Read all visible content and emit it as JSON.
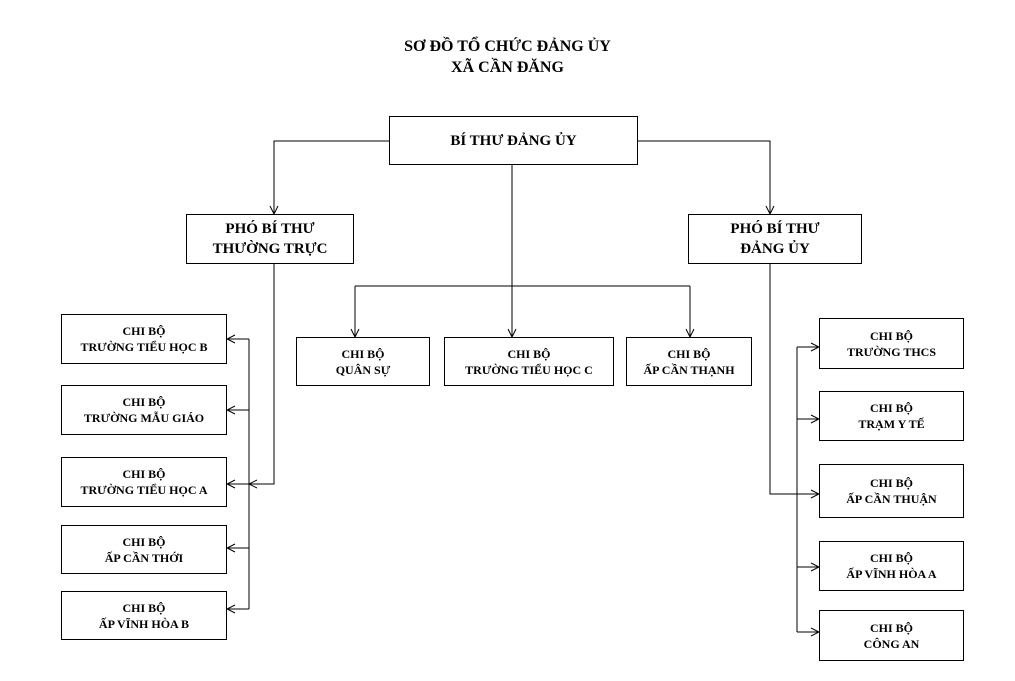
{
  "title": {
    "line1": "SƠ ĐỒ TỔ CHỨC ĐẢNG ỦY",
    "line2": "XÃ CẦN ĐĂNG"
  },
  "secretary": {
    "label": "BÍ THƯ ĐẢNG ỦY"
  },
  "deputy_standing": {
    "line1": "PHÓ BÍ THƯ",
    "line2": "THƯỜNG TRỰC"
  },
  "deputy_party": {
    "line1": "PHÓ BÍ THƯ",
    "line2": "ĐẢNG ỦY"
  },
  "center_branches": [
    {
      "line1": "CHI BỘ",
      "line2": "QUÂN SỰ"
    },
    {
      "line1": "CHI BỘ",
      "line2": "TRƯỜNG TIỂU HỌC C"
    },
    {
      "line1": "CHI BỘ",
      "line2": "ẤP CẦN THẠNH"
    }
  ],
  "left_branches": [
    {
      "line1": "CHI BỘ",
      "line2": "TRƯỜNG TIỂU HỌC B"
    },
    {
      "line1": "CHI BỘ",
      "line2": "TRƯỜNG MẪU GIÁO"
    },
    {
      "line1": "CHI BỘ",
      "line2": "TRƯỜNG TIỂU HỌC A"
    },
    {
      "line1": "CHI BỘ",
      "line2": "ẤP CẦN THỚI"
    },
    {
      "line1": "CHI BỘ",
      "line2": "ẤP VĨNH HÒA B"
    }
  ],
  "right_branches": [
    {
      "line1": "CHI BỘ",
      "line2": "TRƯỜNG THCS"
    },
    {
      "line1": "CHI BỘ",
      "line2": "TRẠM Y TẾ"
    },
    {
      "line1": "CHI BỘ",
      "line2": "ẤP CẦN THUẬN"
    },
    {
      "line1": "CHI BỘ",
      "line2": "ẤP VĨNH HÒA A"
    },
    {
      "line1": "CHI BỘ",
      "line2": "CÔNG AN"
    }
  ],
  "colors": {
    "line": "#000000",
    "background": "#ffffff"
  }
}
